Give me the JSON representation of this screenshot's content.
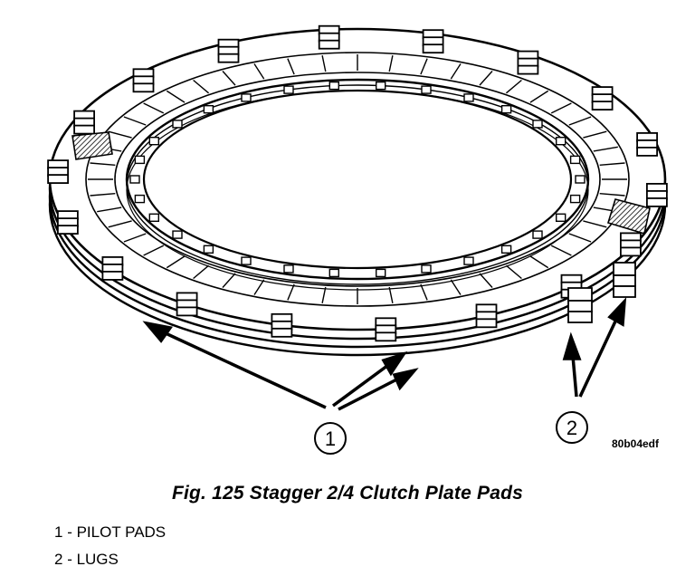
{
  "figure": {
    "caption": "Fig. 125 Stagger 2/4 Clutch Plate Pads",
    "image_code": "80b04edf",
    "callouts": [
      {
        "number": "1"
      },
      {
        "number": "2"
      }
    ]
  },
  "legend": [
    {
      "number": "1",
      "separator": " - ",
      "text": "PILOT PADS"
    },
    {
      "number": "2",
      "separator": " - ",
      "text": "LUGS"
    }
  ],
  "colors": {
    "ink": "#000000",
    "paper": "#ffffff",
    "hatch_gray": "#8a8a8a"
  }
}
